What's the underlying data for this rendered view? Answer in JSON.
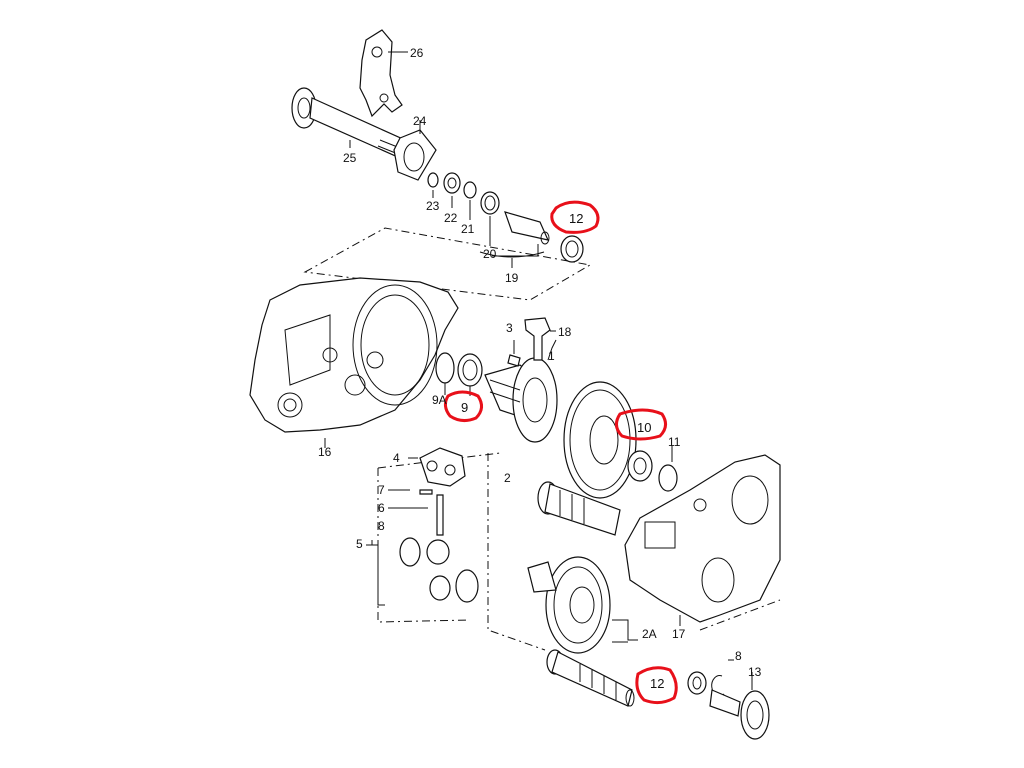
{
  "labels": {
    "l26": "26",
    "l24": "24",
    "l25": "25",
    "l23": "23",
    "l22": "22",
    "l21": "21",
    "l20": "20",
    "l19": "19",
    "l12a": "12",
    "l3": "3",
    "l18": "18",
    "l1": "1",
    "l9A": "9A",
    "l9": "9",
    "l16": "16",
    "l10": "10",
    "l11": "11",
    "l4": "4",
    "l2": "2",
    "l7": "7",
    "l6": "6",
    "l8a": "8",
    "l5": "5",
    "l17": "17",
    "l2A": "2A",
    "l8b": "8",
    "l13": "13",
    "l12b": "12"
  },
  "highlight_color": "#e8101a"
}
